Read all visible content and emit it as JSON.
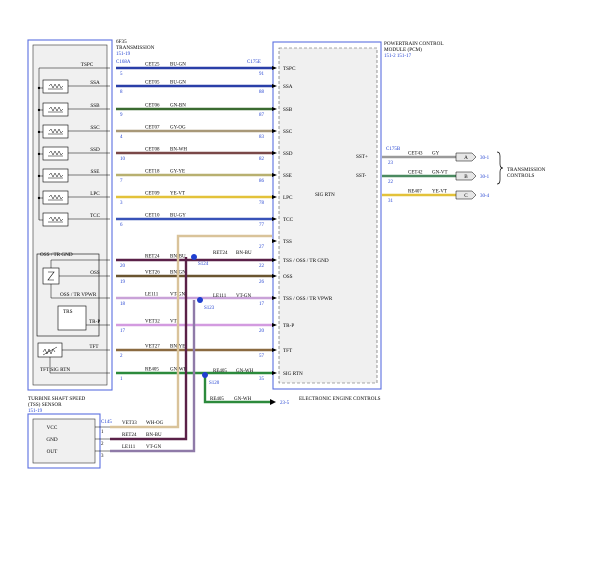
{
  "transmission": {
    "title_line1": "6F35",
    "title_line2": "TRANSMISSION",
    "ref": "151-19",
    "connector": "C168A",
    "components": [
      "SSA",
      "SSB",
      "SSC",
      "SSD",
      "SSE",
      "LPC",
      "TCC",
      "OSS",
      "TRS",
      "TFT"
    ]
  },
  "pcm": {
    "title_line1": "POWERTRAIN CONTROL",
    "title_line2": "MODULE (PCM)",
    "ref": "151-2   151-17",
    "connector": "C175E",
    "connector_b": "C175B",
    "sig_rtn_center": "SIG RTN",
    "sst_plus": "SST+",
    "sst_minus": "SST-"
  },
  "circuits": [
    {
      "left": "TSPC",
      "circuit": "CET25",
      "color": "BU-GN",
      "lpin": "5",
      "rpin": "91",
      "right": "TSPC"
    },
    {
      "left": "SSA",
      "circuit": "CET05",
      "color": "BU-GN",
      "lpin": "8",
      "rpin": "88",
      "right": "SSA"
    },
    {
      "left": "SSB",
      "circuit": "CET06",
      "color": "GN-BN",
      "lpin": "9",
      "rpin": "87",
      "right": "SSB"
    },
    {
      "left": "SSC",
      "circuit": "CET07",
      "color": "GY-OG",
      "lpin": "4",
      "rpin": "83",
      "right": "SSC"
    },
    {
      "left": "SSD",
      "circuit": "CET08",
      "color": "BN-WH",
      "lpin": "10",
      "rpin": "82",
      "right": "SSD"
    },
    {
      "left": "SSE",
      "circuit": "CET18",
      "color": "GY-YE",
      "lpin": "7",
      "rpin": "86",
      "right": "SSE"
    },
    {
      "left": "LPC",
      "circuit": "CET09",
      "color": "YE-VT",
      "lpin": "3",
      "rpin": "78",
      "right": "LPC"
    },
    {
      "left": "TCC",
      "circuit": "CET10",
      "color": "BU-GY",
      "lpin": "6",
      "rpin": "77",
      "right": "TCC"
    },
    {
      "left": "",
      "circuit": "",
      "color": "",
      "lpin": "",
      "rpin": "27",
      "right": "TSS"
    },
    {
      "left": "OSS / TR GND",
      "circuit": "RET24",
      "color": "BN-BU",
      "lpin": "20",
      "rpin": "22",
      "right": "TSS / OSS / TR GND"
    },
    {
      "left": "OSS",
      "circuit": "VET26",
      "color": "BN-GN",
      "lpin": "19",
      "rpin": "26",
      "right": "OSS"
    },
    {
      "left": "OSS / TR VPWR",
      "circuit": "LE111",
      "color": "VT-GN",
      "lpin": "18",
      "rpin": "17",
      "right": "TSS / OSS / TR VPWR"
    },
    {
      "left": "TR-P",
      "circuit": "VET32",
      "color": "VT",
      "lpin": "17",
      "rpin": "20",
      "right": "TR-P"
    },
    {
      "left": "TFT",
      "circuit": "VET27",
      "color": "BN-YE",
      "lpin": "2",
      "rpin": "57",
      "right": "TFT"
    },
    {
      "left": "TFT SIG RTN",
      "circuit": "RE405",
      "color": "GN-WH",
      "lpin": "1",
      "rpin": "35",
      "right": "SIG RTN"
    }
  ],
  "right_circuits": [
    {
      "circuit": "CET43",
      "color": "GY",
      "pin": "23",
      "letter": "A",
      "page": "30-1"
    },
    {
      "circuit": "CET42",
      "color": "GN-VT",
      "pin": "22",
      "letter": "B",
      "page": "30-1"
    },
    {
      "circuit": "RE407",
      "color": "YE-VT",
      "pin": "31",
      "letter": "C",
      "page": "30-4"
    }
  ],
  "transmission_controls": "TRANSMISSION CONTROLS",
  "splices": {
    "s124": "S124",
    "s123": "S123",
    "s120": "S120",
    "s124_wire": "RET24",
    "s124_color": "BN-BU",
    "s123_wire": "LE111",
    "s123_color": "VT-GN",
    "s120_wire": "RE405",
    "s120_color": "GN-WH"
  },
  "eec": {
    "circuit": "RE405",
    "color": "GN-WH",
    "page": "23-5",
    "label": "ELECTRONIC ENGINE CONTROLS"
  },
  "tss": {
    "title_line1": "TURBINE SHAFT SPEED",
    "title_line2": "(TSS) SENSOR",
    "ref": "151-19",
    "connector": "C145",
    "rows": [
      {
        "label": "VCC",
        "circuit": "VET33",
        "color": "WH-OG",
        "pin": "1"
      },
      {
        "label": "GND",
        "circuit": "RET24",
        "color": "BN-BU",
        "pin": "2"
      },
      {
        "label": "OUT",
        "circuit": "LE111",
        "color": "VT-GN",
        "pin": "3"
      }
    ]
  },
  "colors": {
    "blue": "#1f3fd0",
    "frame": "#5b6fe0"
  }
}
